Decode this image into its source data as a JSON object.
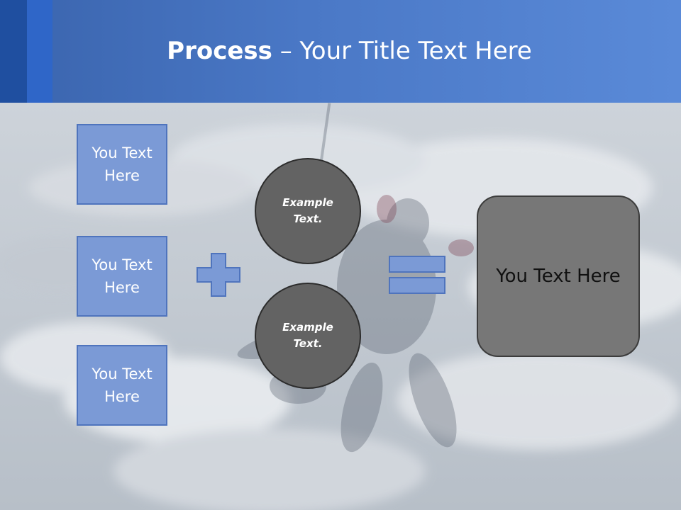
{
  "header": {
    "title_bold": "Process",
    "title_dash": " – ",
    "title_rest": "Your Title Text Here"
  },
  "left_boxes": [
    {
      "label": "You Text Here"
    },
    {
      "label": "You Text Here"
    },
    {
      "label": "You Text Here"
    }
  ],
  "circles": [
    {
      "label": "Example Text."
    },
    {
      "label": "Example Text."
    }
  ],
  "result": {
    "label": "You Text Here"
  },
  "operators": {
    "plus": "plus-icon",
    "equals": "equals-icon"
  },
  "colors": {
    "header": "#4a78c6",
    "box_fill": "#7b9ad6",
    "box_border": "#4f74bd",
    "circle_fill": "#636363",
    "result_fill": "#777777"
  }
}
